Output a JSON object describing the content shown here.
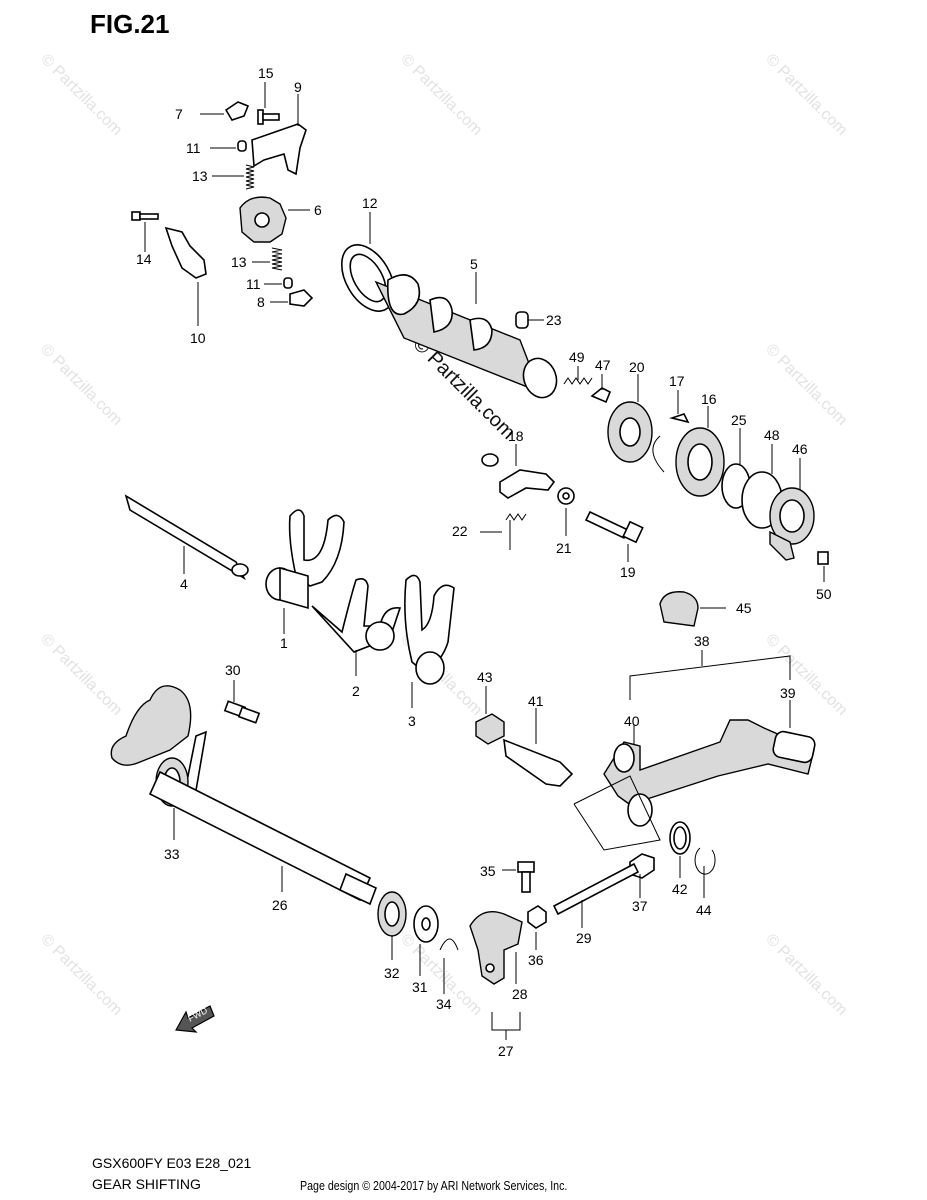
{
  "figure": {
    "title": "FIG.21"
  },
  "watermark": {
    "text": "© Partzilla.com"
  },
  "part_numbers": {
    "p1": "1",
    "p2": "2",
    "p3": "3",
    "p4": "4",
    "p5": "5",
    "p6": "6",
    "p7": "7",
    "p8": "8",
    "p9": "9",
    "p10": "10",
    "p11a": "11",
    "p11b": "11",
    "p12": "12",
    "p13a": "13",
    "p13b": "13",
    "p14": "14",
    "p15": "15",
    "p16": "16",
    "p17": "17",
    "p18": "18",
    "p19": "19",
    "p20": "20",
    "p21": "21",
    "p22": "22",
    "p23": "23",
    "p25": "25",
    "p26": "26",
    "p27": "27",
    "p28": "28",
    "p29": "29",
    "p30": "30",
    "p31": "31",
    "p32": "32",
    "p33": "33",
    "p34": "34",
    "p35": "35",
    "p36": "36",
    "p37": "37",
    "p38": "38",
    "p39": "39",
    "p40": "40",
    "p41": "41",
    "p42": "42",
    "p43": "43",
    "p44": "44",
    "p45": "45",
    "p46": "46",
    "p47": "47",
    "p48": "48",
    "p49": "49",
    "p50": "50"
  },
  "fwd_label": "FWD",
  "footer": {
    "model": "GSX600FY E03 E28_021",
    "section": "GEAR SHIFTING",
    "credit": "Page design © 2004-2017 by ARI Network Services, Inc."
  }
}
